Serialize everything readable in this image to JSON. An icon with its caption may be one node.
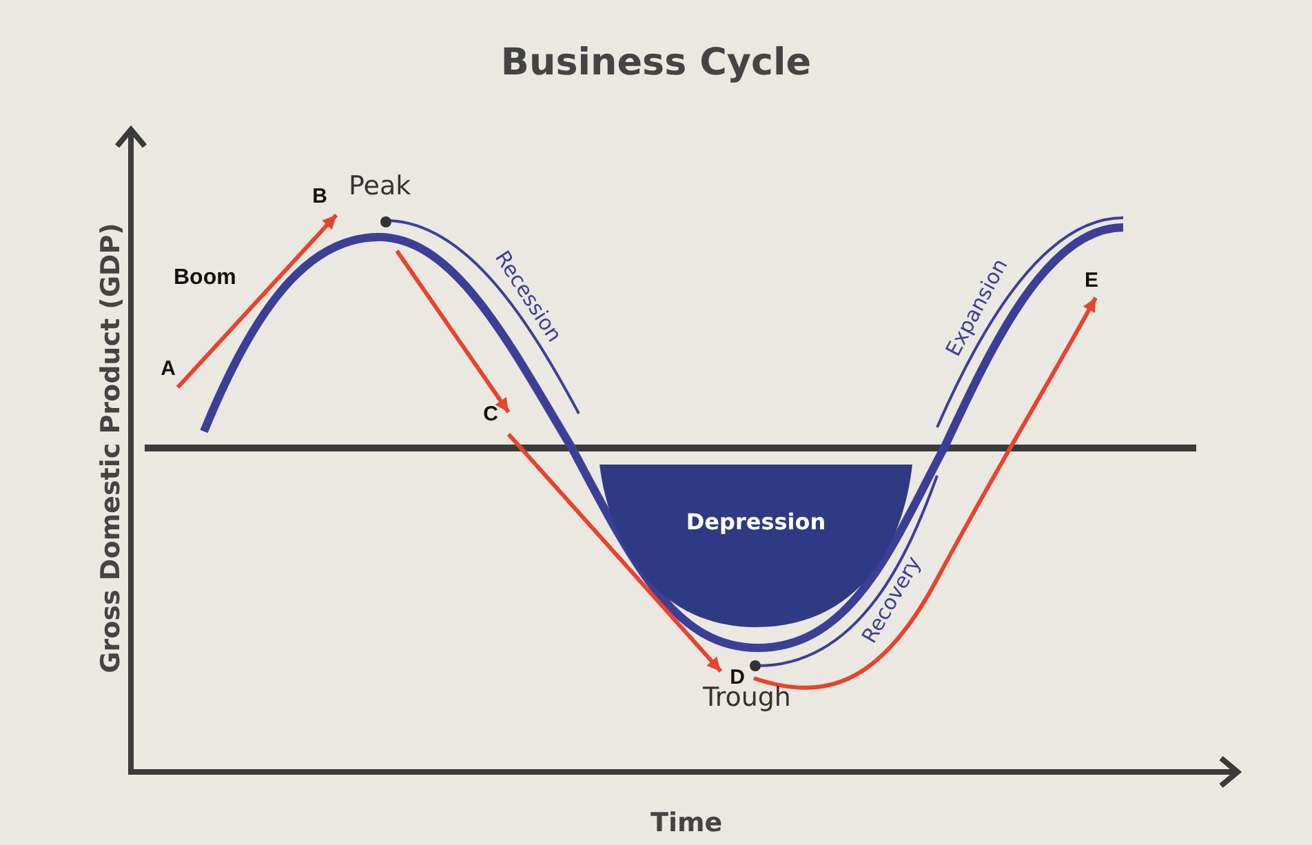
{
  "diagram": {
    "title": "Business Cycle",
    "nodes": [
      {
        "text": [
          "A"
        ]
      },
      {
        "text": [
          "B"
        ]
      },
      {
        "text": [
          "C"
        ]
      },
      {
        "text": [
          "D"
        ]
      },
      {
        "text": [
          "E"
        ]
      },
      {
        "text": [
          "Depression"
        ]
      }
    ],
    "edges": [
      {
        "from": 0,
        "to": 1,
        "arrow": "to"
      },
      {
        "from": null,
        "to": 2,
        "arrow": "to"
      },
      {
        "from": 2,
        "to": 3,
        "arrow": "to"
      },
      {
        "from": 3,
        "to": 4,
        "arrow": "to"
      }
    ],
    "labels": [
      "Peak",
      "Boom",
      "Recession",
      "Expansion",
      "Recovery",
      "Trough",
      "Gross Domestic Product (GDP)",
      "Time"
    ]
  }
}
